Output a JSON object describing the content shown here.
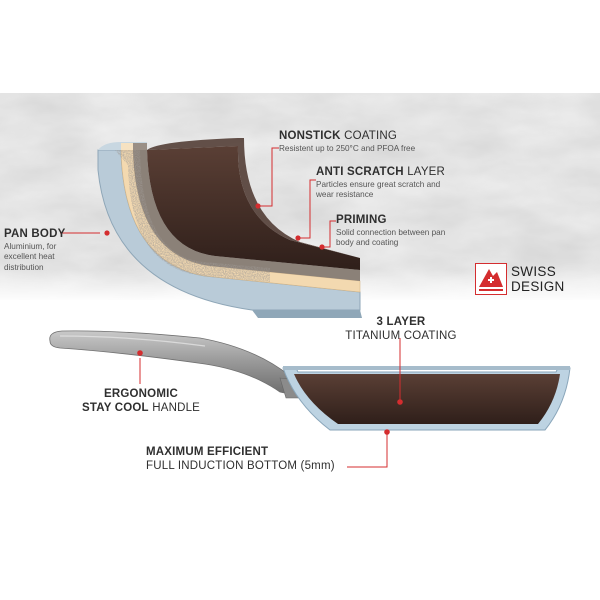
{
  "callouts": {
    "nonstick": {
      "title_bold": "NONSTICK",
      "title_rest": "COATING",
      "desc": "Resistent up to 250°C and PFOA free"
    },
    "anti_scratch": {
      "title_bold": "ANTI SCRATCH",
      "title_rest": "LAYER",
      "desc_lines": [
        "Particles ensure great scratch and",
        "wear resistance"
      ]
    },
    "priming": {
      "title_bold": "PRIMING",
      "desc_lines": [
        "Solid connection between pan",
        "body and coating"
      ]
    },
    "pan_body": {
      "title_bold": "PAN BODY",
      "desc_lines": [
        "Aluminium, for",
        "excellent heat",
        "distribution"
      ]
    },
    "three_layer": {
      "title_bold": "3 LAYER",
      "title_rest": "TITANIUM COATING"
    },
    "ergonomic": {
      "line1_bold": "ERGONOMIC",
      "line2_bold": "STAY COOL",
      "line2_rest": "HANDLE"
    },
    "maximum": {
      "title_bold": "MAXIMUM EFFICIENT",
      "title_rest": "FULL INDUCTION BOTTOM (5mm)"
    }
  },
  "logo": {
    "line1": "SWISS",
    "line2": "DESIGN",
    "icon": "swiss-cross-logo-icon"
  },
  "colors": {
    "accent_red": "#d42d2f",
    "coating_dark": "#3e2a24",
    "pan_body_blue": "#b7c9d6",
    "priming_peach": "#f3d9b0",
    "marble_bg": "#dcdcdc"
  }
}
